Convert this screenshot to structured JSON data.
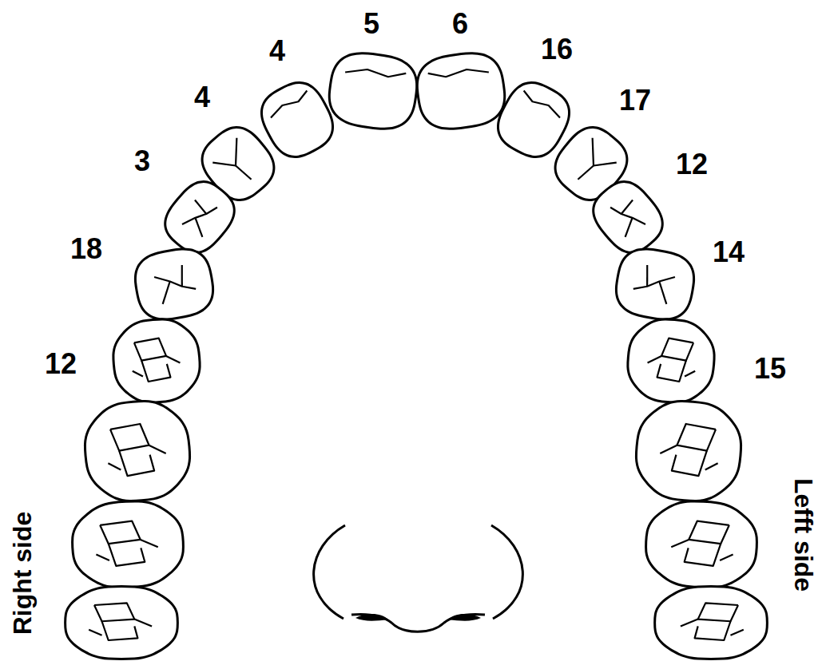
{
  "diagram": {
    "labels": [
      "5",
      "6",
      "4",
      "16",
      "4",
      "17",
      "3",
      "12",
      "18",
      "14",
      "12",
      "15",
      "Right side",
      "Lefft side"
    ]
  }
}
